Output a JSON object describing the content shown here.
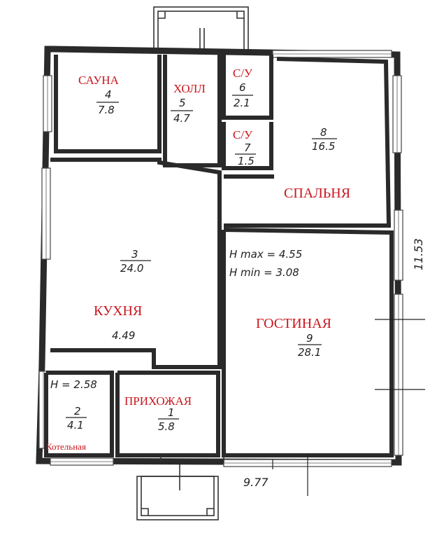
{
  "rooms": [
    {
      "id": "sauna",
      "name": "САУНА",
      "number": "4",
      "area": "7.8"
    },
    {
      "id": "hall",
      "name": "ХОЛЛ",
      "number": "5",
      "area": "4.7"
    },
    {
      "id": "wc1",
      "name": "С/У",
      "number": "6",
      "area": "2.1"
    },
    {
      "id": "wc2",
      "name": "С/У",
      "number": "7",
      "area": "1.5"
    },
    {
      "id": "bedroom",
      "name": "СПАЛЬНЯ",
      "number": "8",
      "area": "16.5"
    },
    {
      "id": "kitchen",
      "name": "КУХНЯ",
      "number": "3",
      "area": "24.0",
      "extra": "4.49"
    },
    {
      "id": "living",
      "name": "ГОСТИНАЯ",
      "number": "9",
      "area": "28.1"
    },
    {
      "id": "boiler",
      "name": "Котельная",
      "number": "2",
      "area": "4.1"
    },
    {
      "id": "entry",
      "name": "ПРИХОЖАЯ",
      "number": "1",
      "area": "5.8"
    }
  ],
  "notes": {
    "h_max": "H max = 4.55",
    "h_min": "H min = 3.08",
    "h_boiler": "H = 2.58"
  },
  "dimensions": {
    "width": "9.77",
    "height": "11.53"
  }
}
